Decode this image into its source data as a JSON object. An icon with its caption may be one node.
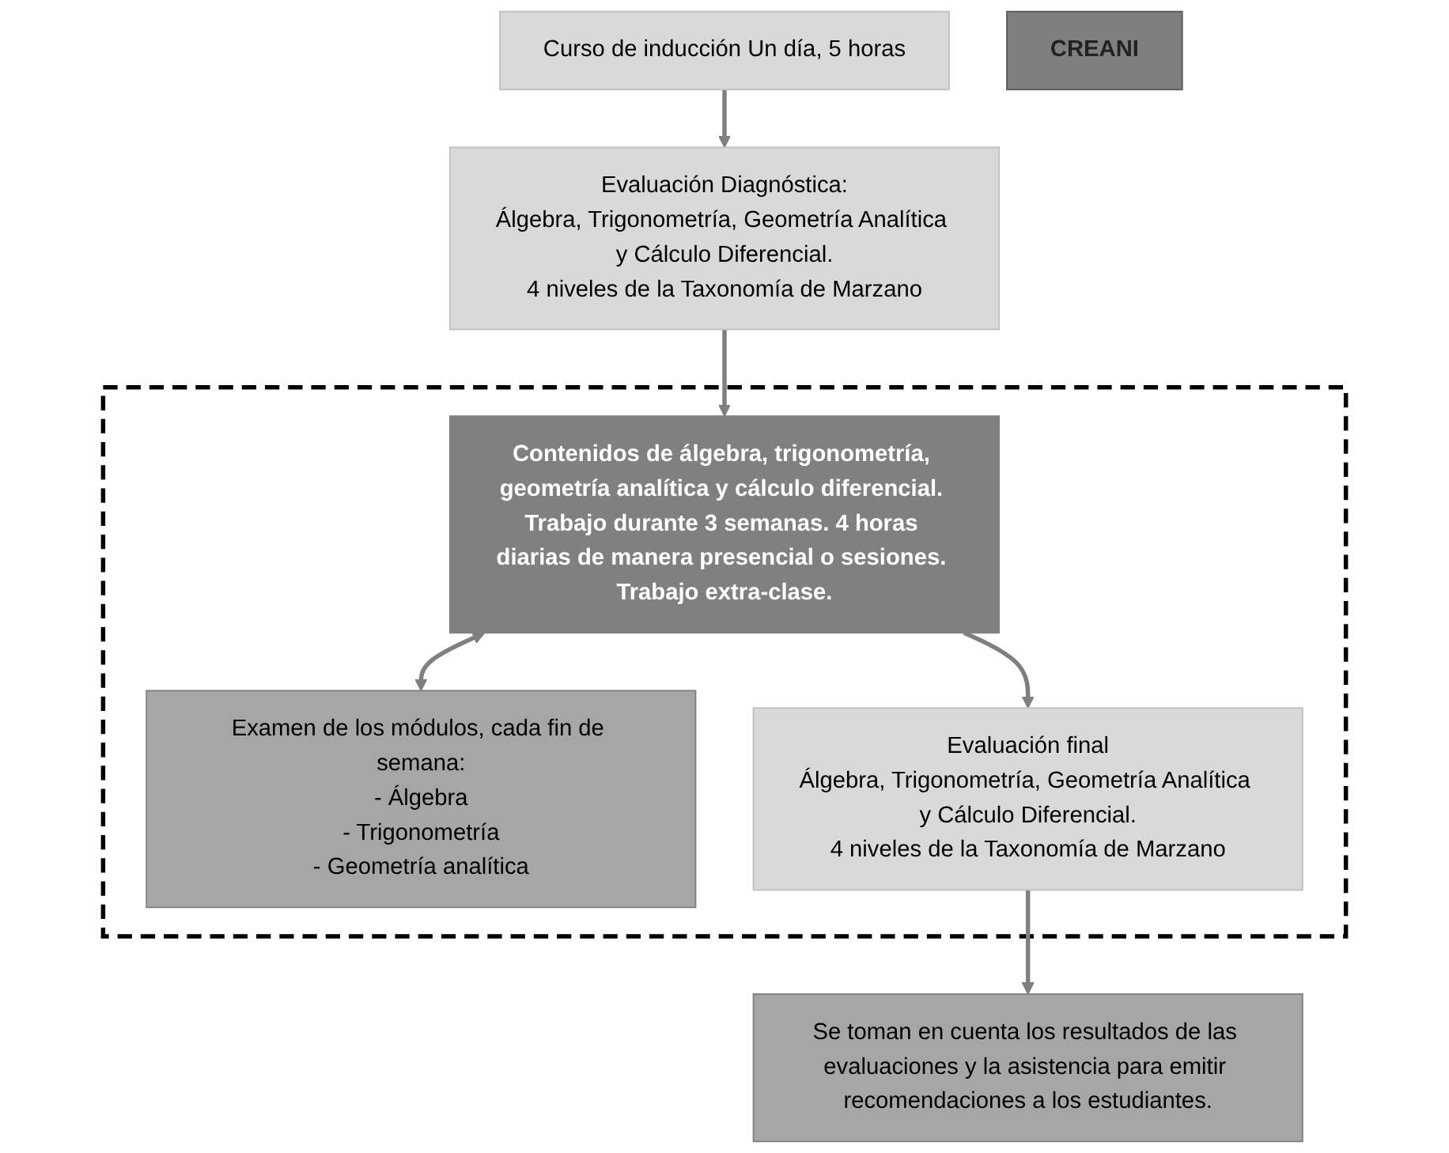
{
  "diagram": {
    "nodes": [
      {
        "text": [
          "Curso de inducción Un día, 5 horas"
        ]
      },
      {
        "text": [
          "Evaluación Diagnóstica:",
          "Álgebra, Trigonometría, Geometría Analítica y Cálculo Diferencial.",
          "4 niveles de la Taxonomía de Marzano"
        ]
      },
      {
        "text": [],
        "shape": "box"
      },
      {
        "text": [
          "Contenidos de álgebra, trigonometría, geometría analítica y cálculo diferencial. Trabajo durante 3 semanas. 4 horas diarias de manera presencial o sesiones. Trabajo extra-clase."
        ],
        "in": 2
      },
      {
        "text": [
          "Examen de los módulos, cada fin de semana:",
          "- Álgebra",
          "- Trigonometría",
          "- Geometría analítica"
        ],
        "in": 2
      },
      {
        "text": [
          "Evaluación final",
          "Álgebra, Trigonometría, Geometría Analítica y Cálculo Diferencial.",
          "4 niveles de la Taxonomía de Marzano"
        ],
        "in": 2
      },
      {
        "text": [
          "Se toman en cuenta los resultados de las evaluaciones y la asistencia para emitir recomendaciones a los estudiantes."
        ]
      },
      {
        "text": [
          "CREANI"
        ]
      }
    ],
    "edges": [
      {
        "from": 0,
        "to": 1,
        "arrow": "to"
      },
      {
        "from": 1,
        "to": 3,
        "arrow": "to"
      },
      {
        "from": 3,
        "to": 4,
        "arrow": "both"
      },
      {
        "from": 3,
        "to": 5,
        "arrow": "to"
      },
      {
        "from": 5,
        "to": 6,
        "arrow": "to"
      }
    ]
  }
}
